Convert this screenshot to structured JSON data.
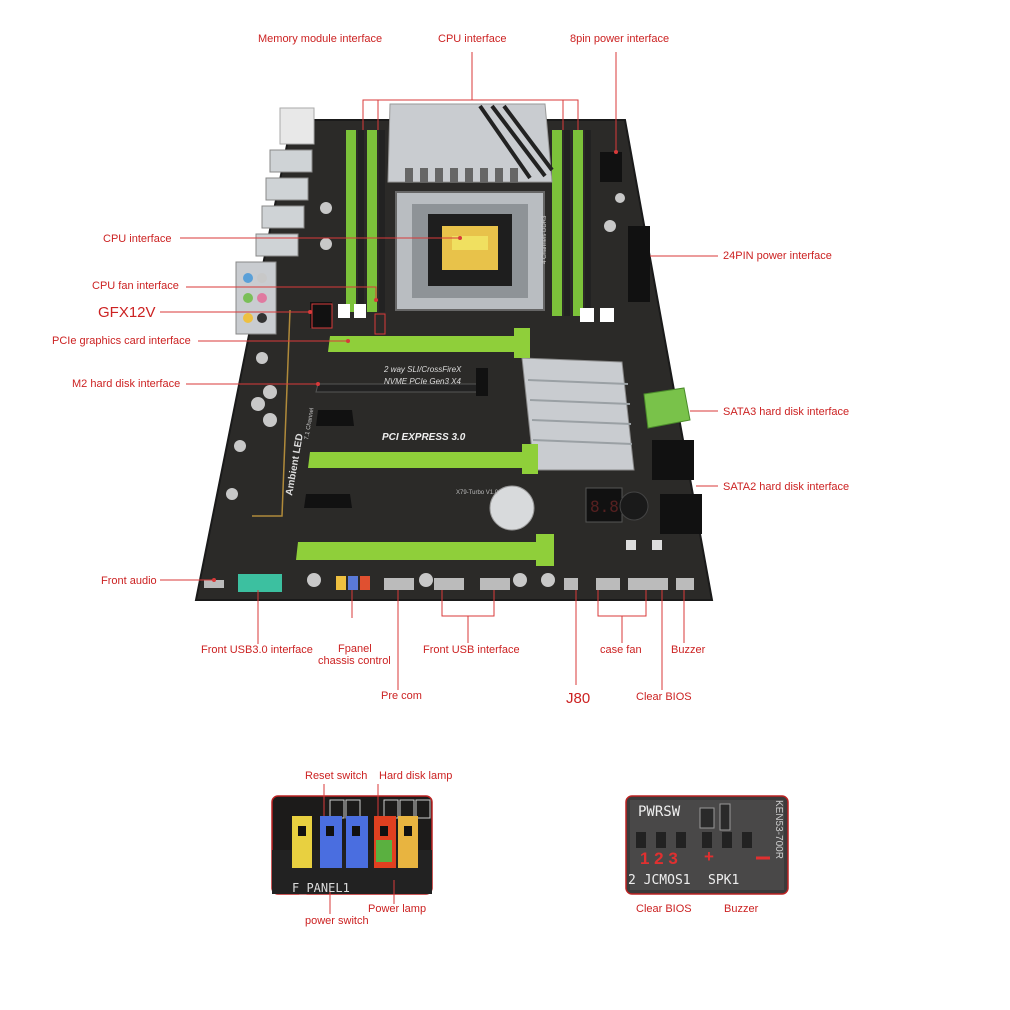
{
  "labels": {
    "memory_module": "Memory module interface",
    "cpu_top": "CPU interface",
    "pin8_power": "8pin power interface",
    "cpu_left": "CPU interface",
    "pin24_power": "24PIN power interface",
    "cpu_fan": "CPU fan interface",
    "gfx12v": "GFX12V",
    "pcie_graphics": "PCIe graphics card interface",
    "m2_disk": "M2 hard disk interface",
    "sata3": "SATA3 hard disk interface",
    "sata2": "SATA2 hard disk interface",
    "front_audio": "Front audio",
    "front_usb3": "Front USB3.0 interface",
    "fpanel": "Fpanel",
    "chassis_control": "chassis control",
    "front_usb": "Front USB interface",
    "case_fan": "case fan",
    "buzzer": "Buzzer",
    "pre_com": "Pre com",
    "j80": "J80",
    "clear_bios": "Clear BIOS",
    "reset_switch": "Reset switch",
    "hdd_lamp": "Hard disk lamp",
    "power_switch": "power switch",
    "power_lamp": "Power lamp",
    "clear_bios_detail": "Clear BIOS",
    "buzzer_detail": "Buzzer"
  },
  "board": {
    "pcie1_text": "2 way SLI/CrossFireX",
    "nvme_text": "NVME PCIe Gen3 X4",
    "pci_express": "PCI EXPRESS 3.0",
    "ambient_led": "Ambient LED",
    "channel_text": "7.1 Channel",
    "dimm_text": "4 Channels DDR3",
    "model_text": "X79-Turbo  V1.0"
  },
  "detail_right": {
    "pwrsw": "PWRSW",
    "numbers": "1 2 3",
    "plus": "+",
    "jcmos": "2 JCMOS1",
    "spk": "SPK1",
    "side": "KEN53-700R"
  },
  "detail_left": {
    "fpanel_text": "F_PANEL1"
  },
  "colors": {
    "label": "#cc2222",
    "line": "#d83a3a",
    "board": "#2b2a28",
    "slot_green": "#8fcf3a",
    "dimm_green": "#7cc23a"
  }
}
